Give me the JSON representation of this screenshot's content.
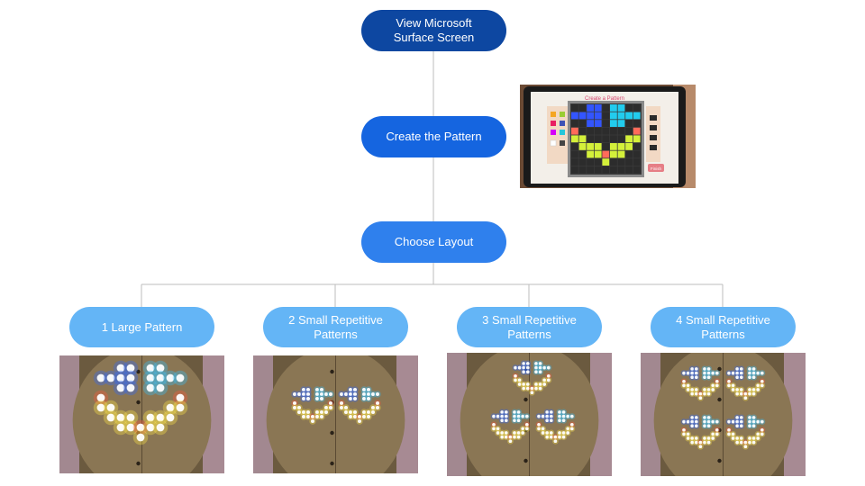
{
  "colors": {
    "step_dark": "#0d47a1",
    "step_mid": "#1565e0",
    "step_light": "#2f80ed",
    "layout_option": "#64b5f6",
    "connector": "#bdbdbd"
  },
  "flow": {
    "step1": "View Microsoft\nSurface Screen",
    "step2": "Create the Pattern",
    "step3": "Choose Layout"
  },
  "layouts": [
    {
      "label": "1 Large Pattern"
    },
    {
      "label": "2 Small Repetitive\nPatterns"
    },
    {
      "label": "3 Small Repetitive\nPatterns"
    },
    {
      "label": "4 Small Repetitive\nPatterns"
    }
  ],
  "tablet_app": {
    "title": "Create a Pattern",
    "finish_label": "Finish"
  }
}
